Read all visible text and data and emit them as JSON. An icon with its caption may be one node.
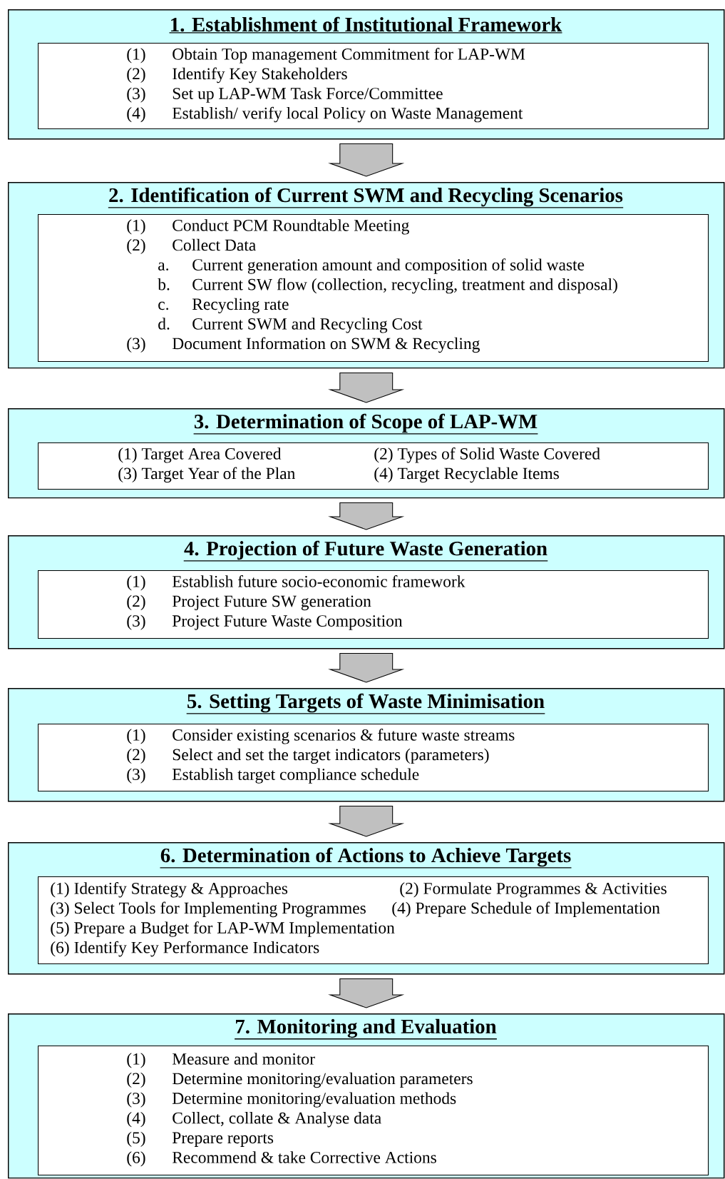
{
  "diagram": {
    "nodes": [
      {
        "text": [
          "1. Establishment of Institutional Framework"
        ]
      },
      {
        "text": [
          "(1)",
          "Obtain Top management Commitment for LAP-WM",
          "(2)",
          "Identify Key Stakeholders",
          "(3)",
          "Set up LAP-WM Task Force/Committee",
          "(4)",
          "Establish/ verify local Policy on Waste Management"
        ],
        "in": 0
      },
      {
        "text": [
          "2. Identification of Current SWM and Recycling Scenarios"
        ]
      },
      {
        "text": [
          "(1)",
          "Conduct PCM Roundtable Meeting",
          "(2)",
          "Collect Data",
          "a.",
          "Current generation amount and composition of solid waste",
          "b.",
          "Current SW flow (collection, recycling, treatment and disposal)",
          "c.",
          "Recycling rate",
          "d.",
          "Current SWM and Recycling Cost",
          "(3)",
          "Document Information on SWM & Recycling"
        ],
        "in": 2
      },
      {
        "text": [
          "3. Determination of Scope of LAP-WM"
        ]
      },
      {
        "text": [
          "(1) Target Area Covered",
          "(2) Types of Solid Waste Covered",
          "(3) Target Year of the Plan",
          "(4) Target Recyclable Items"
        ],
        "in": 4
      },
      {
        "text": [
          "4. Projection of Future Waste Generation"
        ]
      },
      {
        "text": [
          "(1)",
          "Establish future socio-economic framework",
          "(2)",
          "Project Future SW generation",
          "(3)",
          "Project Future Waste Composition"
        ],
        "in": 6
      },
      {
        "text": [
          "5. Setting Targets of Waste Minimisation"
        ]
      },
      {
        "text": [
          "(1)",
          "Consider existing scenarios & future waste streams",
          "(2)",
          "Select and set the target indicators (parameters)",
          "(3)",
          "Establish target compliance schedule"
        ],
        "in": 8
      },
      {
        "text": [
          "6. Determination of Actions to Achieve Targets"
        ]
      },
      {
        "text": [
          "(1) Identify Strategy & Approaches",
          "(2) Formulate Programmes & Activities",
          "(3) Select Tools for Implementing Programmes",
          "(4) Prepare Schedule of Implementation",
          "(5) Prepare a Budget for LAP-WM Implementation",
          "(6) Identify Key Performance Indicators"
        ],
        "in": 10
      },
      {
        "text": [
          "7. Monitoring and Evaluation"
        ]
      },
      {
        "text": [
          "(1)",
          "Measure and monitor",
          "(2)",
          "Determine monitoring/evaluation parameters",
          "(3)",
          "Determine monitoring/evaluation methods",
          "(4)",
          "Collect, collate & Analyse data",
          "(5)",
          "Prepare reports",
          "(6)",
          "Recommend & take Corrective Actions"
        ],
        "in": 12
      }
    ],
    "edges": [
      {
        "from": 0,
        "to": 2,
        "arrow": "to"
      },
      {
        "from": 2,
        "to": 4,
        "arrow": "to"
      },
      {
        "from": 4,
        "to": 6,
        "arrow": "to"
      },
      {
        "from": 6,
        "to": 8,
        "arrow": "to"
      },
      {
        "from": 8,
        "to": 10,
        "arrow": "to"
      },
      {
        "from": 10,
        "to": 12,
        "arrow": "to"
      }
    ]
  }
}
